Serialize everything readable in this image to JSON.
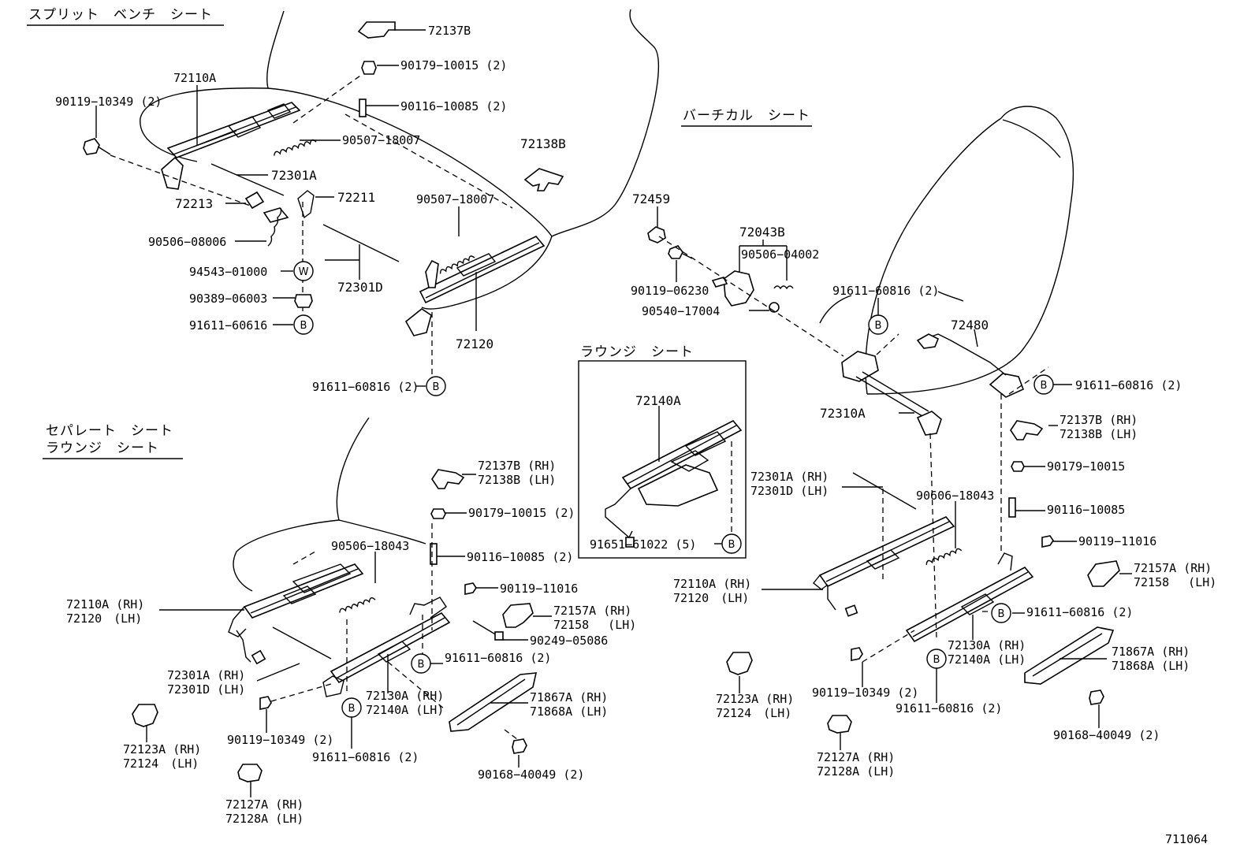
{
  "sections": {
    "split_bench": "スプリット　ベンチ　シート",
    "vertical": "バーチカル　シート",
    "lounge_box": "ラウンジ　シート",
    "separate_line1": "セパレート　シート",
    "separate_line2": "ラウンジ　シート"
  },
  "diagram_id": "711064",
  "callout_letters": {
    "b": "B",
    "w": "W"
  },
  "labels": {
    "sb_72137B": "72137B",
    "sb_90179": "90179−10015 (2)",
    "sb_72110A": "72110A",
    "sb_90119_10349": "90119−10349 (2)",
    "sb_90116": "90116−10085 (2)",
    "sb_90507_a": "90507−18007",
    "sb_72138B": "72138B",
    "sb_72301A": "72301A",
    "sb_72213": "72213",
    "sb_72211": "72211",
    "sb_90507_b": "90507−18007",
    "sb_90506": "90506−08006",
    "sb_94543": "94543−01000",
    "sb_72301D": "72301D",
    "sb_90389": "90389−06003",
    "sb_91611_616": "91611−60616",
    "sb_72120": "72120",
    "sb_91611_816": "91611−60816 (2)",
    "lg_72140A": "72140A",
    "lg_91651": "91651−61022 (5)",
    "vt_72459": "72459",
    "vt_72043B": "72043B",
    "vt_90506": "90506−04002",
    "vt_90119_06230": "90119−06230",
    "vt_91611_a": "91611−60816 (2)",
    "vt_90540": "90540−17004",
    "vt_72480": "72480",
    "vt_91611_b": "91611−60816 (2)",
    "vt_72310A": "72310A",
    "vt_72137B": "72137B (RH)",
    "vt_72138B": "72138B (LH)",
    "vt_90179": "90179−10015",
    "vt_72301A": "72301A (RH)",
    "vt_72301D": "72301D (LH)",
    "vt_90606": "90606−18043",
    "vt_90116": "90116−10085",
    "vt_90119_11016": "90119−11016",
    "vt_72157A": "72157A (RH)",
    "vt_72158": "72158　 (LH)",
    "vt_72110A": "72110A (RH)",
    "vt_72120": "72120　(LH)",
    "vt_91611_c": "91611−60816 (2)",
    "vt_72130A": "72130A (RH)",
    "vt_72140A": "72140A (LH)",
    "vt_71867A": "71867A (RH)",
    "vt_71868A": "71868A (LH)",
    "vt_72123A": "72123A (RH)",
    "vt_72124": "72124　(LH)",
    "vt_90119_10349": "90119−10349 (2)",
    "vt_91611_d": "91611−60816 (2)",
    "vt_90168": "90168−40049 (2)",
    "vt_72127A": "72127A (RH)",
    "vt_72128A": "72128A (LH)",
    "sp_72137B": "72137B (RH)",
    "sp_72138B": "72138B (LH)",
    "sp_90179": "90179−10015 (2)",
    "sp_90506": "90506−18043",
    "sp_90116": "90116−10085 (2)",
    "sp_90119_11016": "90119−11016",
    "sp_72110A": "72110A (RH)",
    "sp_72120": "72120　(LH)",
    "sp_72157A": "72157A (RH)",
    "sp_72158": "72158　 (LH)",
    "sp_90249": "90249−05086",
    "sp_91611_a": "91611−60816 (2)",
    "sp_72301A": "72301A (RH)",
    "sp_72301D": "72301D (LH)",
    "sp_72130A": "72130A (RH)",
    "sp_72140A": "72140A (LH)",
    "sp_71867A": "71867A (RH)",
    "sp_71868A": "71868A (LH)",
    "sp_72123A": "72123A (RH)",
    "sp_72124": "72124　(LH)",
    "sp_90119_10349": "90119−10349 (2)",
    "sp_91611_b": "91611−60816 (2)",
    "sp_90168": "90168−40049 (2)",
    "sp_72127A": "72127A (RH)",
    "sp_72128A": "72128A (LH)"
  }
}
